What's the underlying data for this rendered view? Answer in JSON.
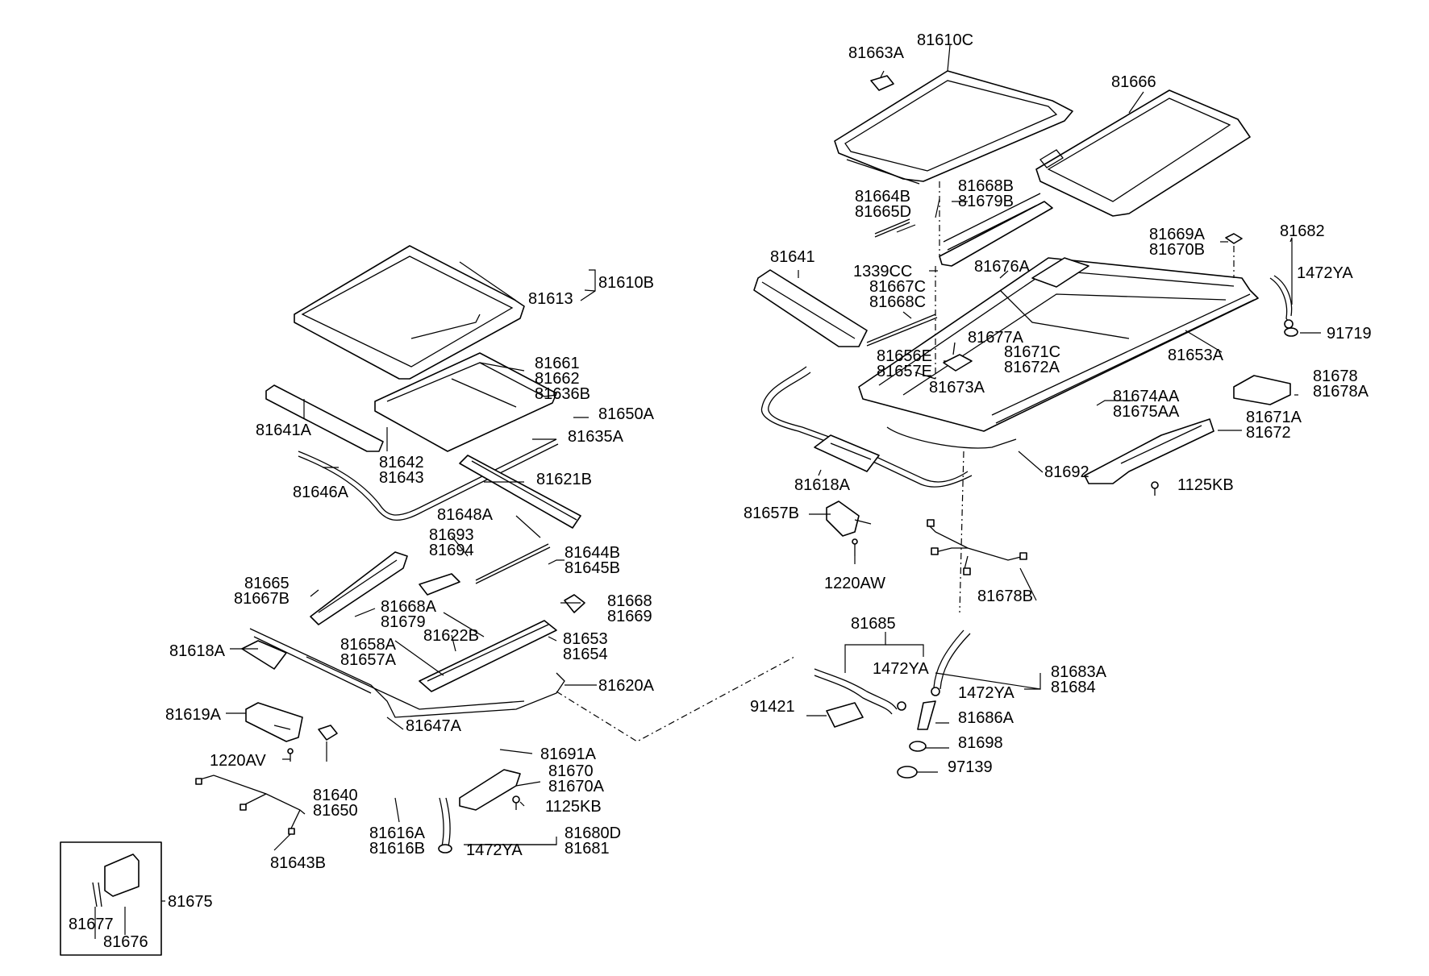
{
  "labels": {
    "l81663A": "81663A",
    "l81610C": "81610C",
    "l81666": "81666",
    "l81664B": "81664B",
    "l81665D": "81665D",
    "l81668B": "81668B",
    "l81679B": "81679B",
    "l81641": "81641",
    "l1339CC": "1339CC",
    "l81676A": "81676A",
    "l81667C": "81667C",
    "l81668C": "81668C",
    "l81669A": "81669A",
    "l81670B": "81670B",
    "l81682": "81682",
    "l1472YA_r": "1472YA",
    "l91719": "91719",
    "l81653A": "81653A",
    "l81677A": "81677A",
    "l81656E": "81656E",
    "l81657E": "81657E",
    "l81671C": "81671C",
    "l81672A": "81672A",
    "l81673A": "81673A",
    "l81674AA": "81674AA",
    "l81675AA": "81675AA",
    "l81678": "81678",
    "l81678A": "81678A",
    "l81671A": "81671A",
    "l81672": "81672",
    "l81692": "81692",
    "l81618A_r": "81618A",
    "l1125KB_r": "1125KB",
    "l81657B": "81657B",
    "l1220AW": "1220AW",
    "l81678B": "81678B",
    "l81685": "81685",
    "l1472YA_m1": "1472YA",
    "l81683A": "81683A",
    "l81684": "81684",
    "l1472YA_m2": "1472YA",
    "l91421": "91421",
    "l81686A": "81686A",
    "l81698": "81698",
    "l97139": "97139",
    "l81610B": "81610B",
    "l81613": "81613",
    "l81661": "81661",
    "l81662": "81662",
    "l81636B": "81636B",
    "l81650A": "81650A",
    "l81641A": "81641A",
    "l81635A": "81635A",
    "l81642": "81642",
    "l81643": "81643",
    "l81621B": "81621B",
    "l81646A": "81646A",
    "l81648A": "81648A",
    "l81693": "81693",
    "l81694": "81694",
    "l81644B": "81644B",
    "l81645B": "81645B",
    "l81665": "81665",
    "l81667B": "81667B",
    "l81668A": "81668A",
    "l81679": "81679",
    "l81668": "81668",
    "l81669": "81669",
    "l81622B": "81622B",
    "l81658A": "81658A",
    "l81657A": "81657A",
    "l81653": "81653",
    "l81654": "81654",
    "l81618A_l": "81618A",
    "l81620A": "81620A",
    "l81619A": "81619A",
    "l81647A": "81647A",
    "l81691A": "81691A",
    "l1220AV": "1220AV",
    "l81670": "81670",
    "l81670A": "81670A",
    "l81640": "81640",
    "l81650": "81650",
    "l1125KB_l": "1125KB",
    "l81616A": "81616A",
    "l81616B": "81616B",
    "l81680D": "81680D",
    "l81681": "81681",
    "l1472YA_l": "1472YA",
    "l81643B": "81643B",
    "l81675": "81675",
    "l81677": "81677",
    "l81676": "81676"
  }
}
